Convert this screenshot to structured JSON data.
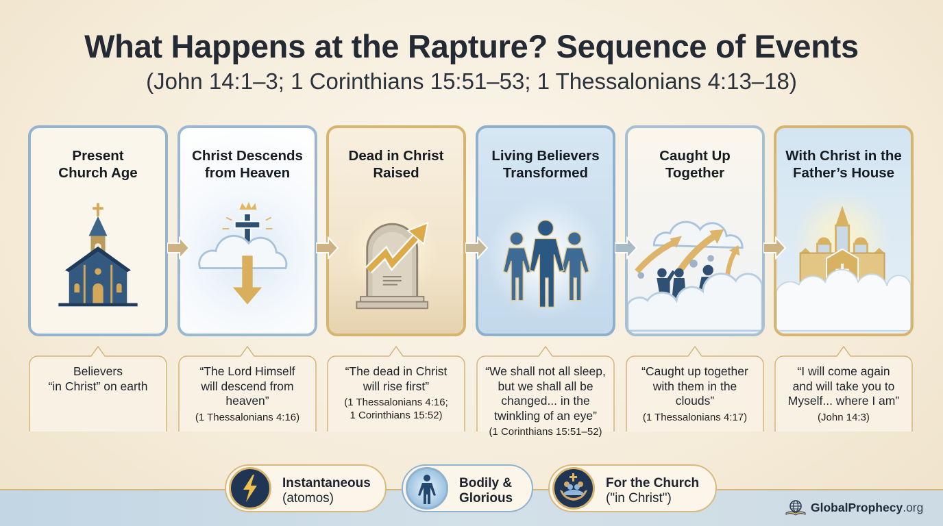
{
  "header": {
    "title": "What Happens at the Rapture? Sequence of Events",
    "subtitle": "(John 14:1–3; 1 Corinthians 15:51–53; 1 Thessalonians 4:13–18)"
  },
  "steps": [
    {
      "title_line1": "Present",
      "title_line2": "Church Age",
      "icon": "church-icon",
      "callout_lines": [
        "Believers",
        "“in Christ” on earth"
      ],
      "reference": ""
    },
    {
      "title_line1": "Christ Descends",
      "title_line2": "from Heaven",
      "icon": "cross-descending-cloud-icon",
      "callout_lines": [
        "“The Lord Himself",
        "will descend from",
        "heaven”"
      ],
      "reference": "(1 Thessalonians 4:16)"
    },
    {
      "title_line1": "Dead in Christ",
      "title_line2": "Raised",
      "icon": "tombstone-rising-arrow-icon",
      "callout_lines": [
        "“The dead in Christ",
        "will rise first”"
      ],
      "reference": "(1 Thessalonians 4:16;",
      "reference2": "1 Corinthians 15:52)"
    },
    {
      "title_line1": "Living Believers",
      "title_line2": "Transformed",
      "icon": "glowing-people-icon",
      "callout_lines": [
        "“We shall not all sleep,",
        "but we shall all be",
        "changed... in the",
        "twinkling of an eye”"
      ],
      "reference": "(1 Corinthians 15:51–52)"
    },
    {
      "title_line1": "Caught Up",
      "title_line2": "Together",
      "icon": "people-rising-clouds-icon",
      "callout_lines": [
        "“Caught up together",
        "with them in the",
        "clouds”"
      ],
      "reference": "(1 Thessalonians 4:17)"
    },
    {
      "title_line1": "With Christ in the",
      "title_line2": "Father’s House",
      "icon": "heavenly-house-icon",
      "callout_lines": [
        "“I will come again",
        "and will take you to",
        "Myself... where I am”"
      ],
      "reference": "(John 14:3)"
    }
  ],
  "features": [
    {
      "bold": "Instantaneous",
      "normal": "(atomos)",
      "icon": "lightning-icon"
    },
    {
      "bold": "Bodily &",
      "bold2": "Glorious",
      "icon": "glorified-body-icon"
    },
    {
      "bold": "For the Church",
      "normal": "(\"in Christ\")",
      "icon": "church-hands-icon"
    }
  ],
  "brand": {
    "name": "GlobalProphecy",
    "domain": ".org",
    "icon": "globe-book-icon"
  },
  "colors": {
    "navy": "#2f4f73",
    "gold": "#d8b56f",
    "blue_border": "#93b3cf",
    "arrow": "#cdb384",
    "background": "#f5ecda"
  }
}
